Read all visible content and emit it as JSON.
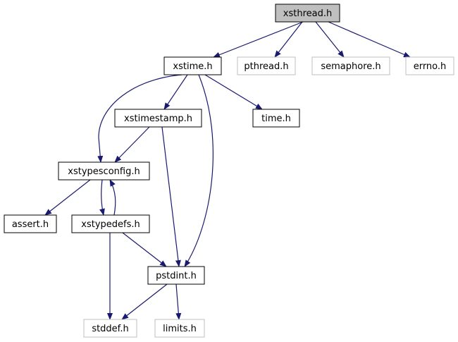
{
  "colors": {
    "edge": "#191970",
    "root_fill": "#bfbfbf",
    "node_border": "#000000",
    "external_border": "#bfbfbf",
    "background": "#ffffff"
  },
  "nodes": [
    {
      "id": "xsthread",
      "label": "xsthread.h",
      "style": "root"
    },
    {
      "id": "xstime",
      "label": "xstime.h",
      "style": "normal"
    },
    {
      "id": "pthread",
      "label": "pthread.h",
      "style": "external"
    },
    {
      "id": "semaphore",
      "label": "semaphore.h",
      "style": "external"
    },
    {
      "id": "errno",
      "label": "errno.h",
      "style": "external"
    },
    {
      "id": "xstimestamp",
      "label": "xstimestamp.h",
      "style": "normal"
    },
    {
      "id": "time",
      "label": "time.h",
      "style": "normal"
    },
    {
      "id": "xstypesconfig",
      "label": "xstypesconfig.h",
      "style": "normal"
    },
    {
      "id": "assert",
      "label": "assert.h",
      "style": "normal"
    },
    {
      "id": "xstypedefs",
      "label": "xstypedefs.h",
      "style": "normal"
    },
    {
      "id": "pstdint",
      "label": "pstdint.h",
      "style": "normal"
    },
    {
      "id": "stddef",
      "label": "stddef.h",
      "style": "external"
    },
    {
      "id": "limits",
      "label": "limits.h",
      "style": "external"
    }
  ],
  "edges": [
    {
      "from": "xsthread",
      "to": "xstime"
    },
    {
      "from": "xsthread",
      "to": "pthread"
    },
    {
      "from": "xsthread",
      "to": "semaphore"
    },
    {
      "from": "xsthread",
      "to": "errno"
    },
    {
      "from": "xstime",
      "to": "xstimestamp"
    },
    {
      "from": "xstime",
      "to": "time"
    },
    {
      "from": "xstime",
      "to": "xstypesconfig"
    },
    {
      "from": "xstime",
      "to": "pstdint"
    },
    {
      "from": "xstimestamp",
      "to": "xstypesconfig"
    },
    {
      "from": "xstimestamp",
      "to": "pstdint"
    },
    {
      "from": "xstypesconfig",
      "to": "assert"
    },
    {
      "from": "xstypesconfig",
      "to": "xstypedefs"
    },
    {
      "from": "xstypedefs",
      "to": "xstypesconfig"
    },
    {
      "from": "xstypedefs",
      "to": "pstdint"
    },
    {
      "from": "xstypedefs",
      "to": "stddef"
    },
    {
      "from": "pstdint",
      "to": "stddef"
    },
    {
      "from": "pstdint",
      "to": "limits"
    }
  ]
}
